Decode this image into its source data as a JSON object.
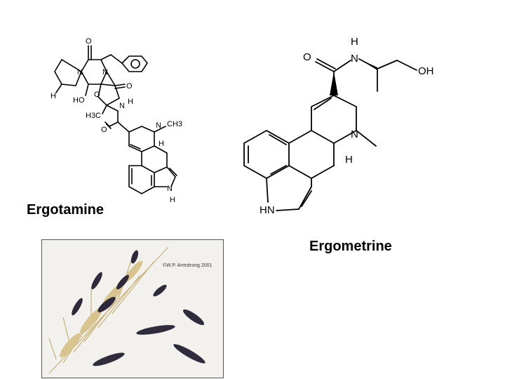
{
  "labels": {
    "ergotamine": "Ergotamine",
    "ergometrine": "Ergometrine"
  },
  "ergotamine_structure": {
    "atoms": {
      "o_top": "O",
      "n_ring": "N",
      "n_ring2": "N",
      "h_left": "H",
      "ho": "HO",
      "o_ring": "O",
      "o_right": "O",
      "n_amide": "N",
      "h_amide": "H",
      "h3c": "H3C",
      "o_amide": "O",
      "n_methyl": "N",
      "ch3": "CH3",
      "h_junction": "H",
      "n_indole": "N",
      "h_indole": "H"
    }
  },
  "ergometrine_structure": {
    "atoms": {
      "o": "O",
      "h_top": "H",
      "n_top": "N",
      "oh": "OH",
      "n_ring": "N",
      "h_junction": "H",
      "hn": "HN"
    }
  },
  "photo": {
    "copyright": "©W.P. Armstrong 2001"
  }
}
